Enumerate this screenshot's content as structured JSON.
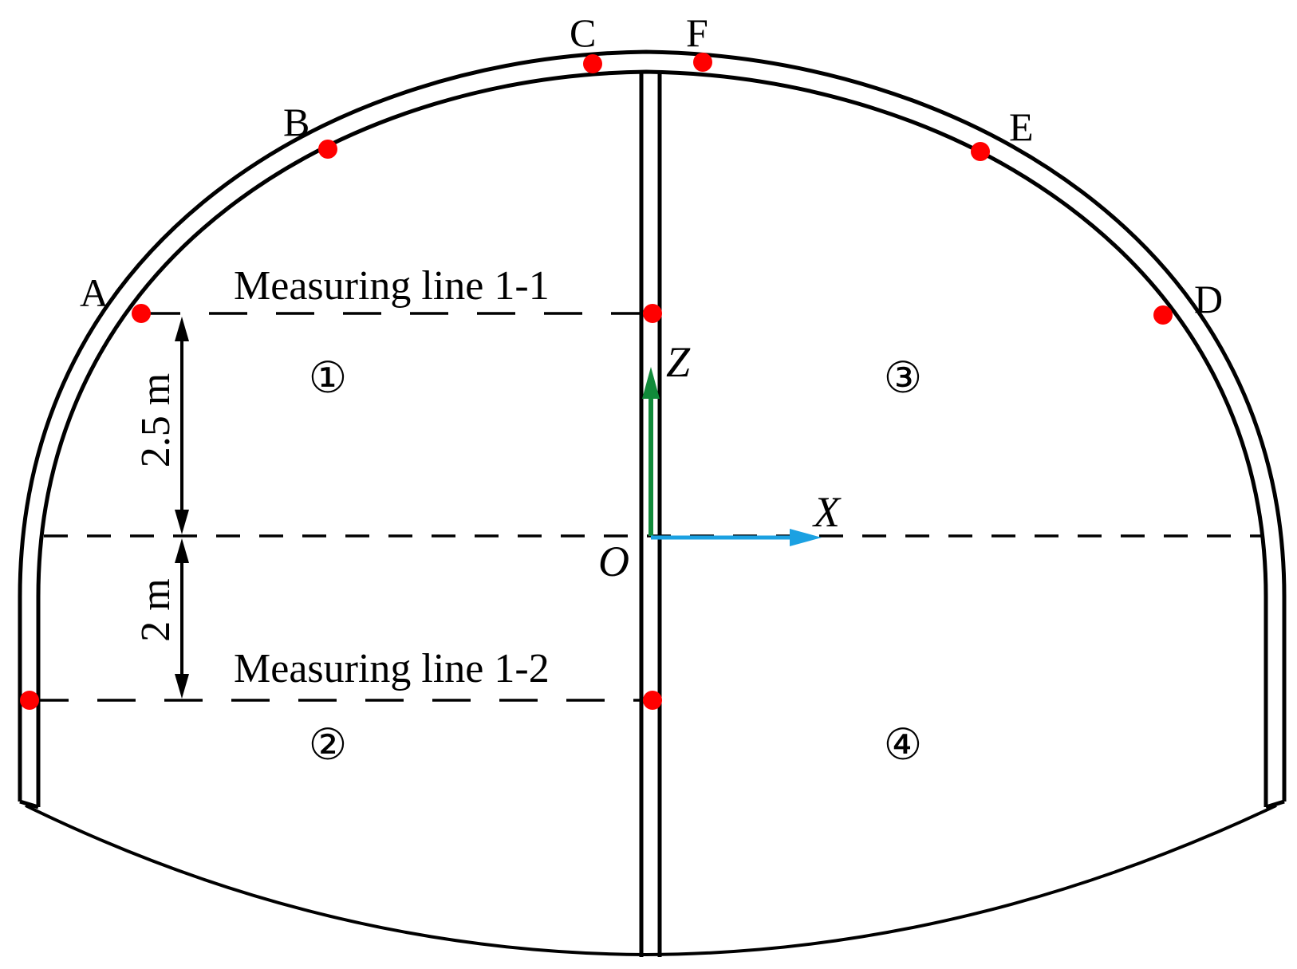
{
  "points": {
    "A": "A",
    "B": "B",
    "C": "C",
    "D": "D",
    "E": "E",
    "F": "F"
  },
  "measuring_lines": {
    "line_1": "Measuring line 1-1",
    "line_2": "Measuring line 1-2"
  },
  "dimensions": {
    "upper": "2.5 m",
    "lower": "2 m"
  },
  "axes": {
    "x": "X",
    "z": "Z",
    "origin": "O"
  },
  "zones": [
    "①",
    "②",
    "③",
    "④"
  ],
  "colors": {
    "lining": "#000000",
    "measure_point": "#ff0000",
    "z_axis": "#118a3a",
    "x_axis": "#1ba1e2"
  }
}
